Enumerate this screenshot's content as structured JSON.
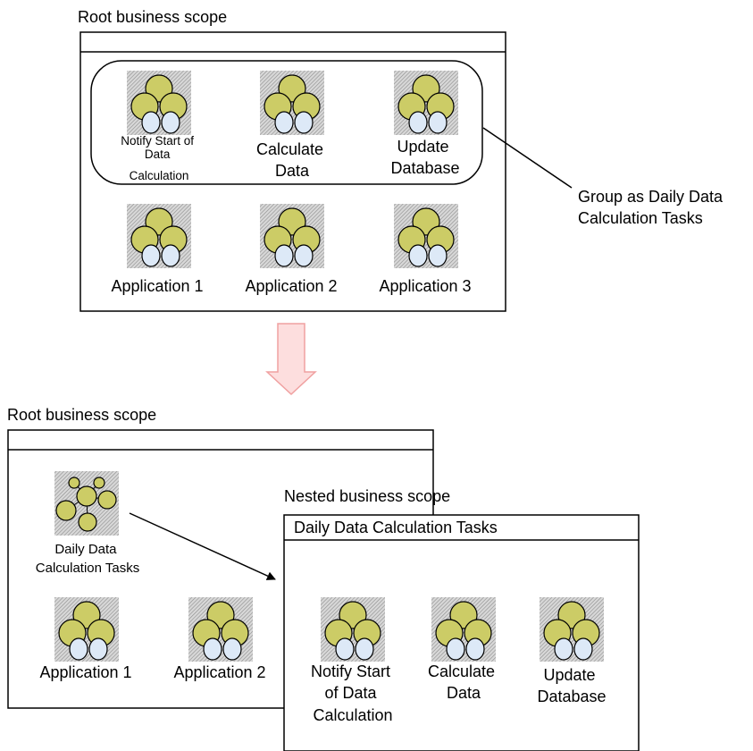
{
  "colors": {
    "node_fill": "#cccc66",
    "db_fill": "#dde9f7",
    "arrow_fill": "#fddede",
    "arrow_stroke": "#f0a0a0",
    "hatch": "#8c8c8c"
  },
  "icons": {
    "application": "application-icon",
    "group": "group-icon"
  },
  "top": {
    "scope_label": "Root business scope",
    "title_bar_text": "",
    "grouped_items": [
      {
        "lines": [
          "Notify Start of",
          "Data",
          "Calculation"
        ]
      },
      {
        "lines": [
          "Calculate",
          "Data"
        ]
      },
      {
        "lines": [
          "Update",
          "Database"
        ]
      }
    ],
    "other_items": [
      {
        "lines": [
          "Application 1"
        ]
      },
      {
        "lines": [
          "Application 2"
        ]
      },
      {
        "lines": [
          "Application 3"
        ]
      }
    ],
    "callout": [
      "Group as Daily Data",
      "Calculation Tasks"
    ]
  },
  "bottom": {
    "root_label": "Root business scope",
    "group_item": {
      "lines": [
        "Daily Data",
        "Calculation Tasks"
      ]
    },
    "apps": [
      {
        "lines": [
          "Application 1"
        ]
      },
      {
        "lines": [
          "Application 2"
        ]
      }
    ],
    "nested_label": "Nested business scope",
    "nested_title": "Daily Data Calculation Tasks",
    "nested_items": [
      {
        "lines": [
          "Notify Start",
          "of Data",
          "Calculation"
        ]
      },
      {
        "lines": [
          "Calculate",
          "Data"
        ]
      },
      {
        "lines": [
          "Update",
          "Database"
        ]
      }
    ]
  }
}
